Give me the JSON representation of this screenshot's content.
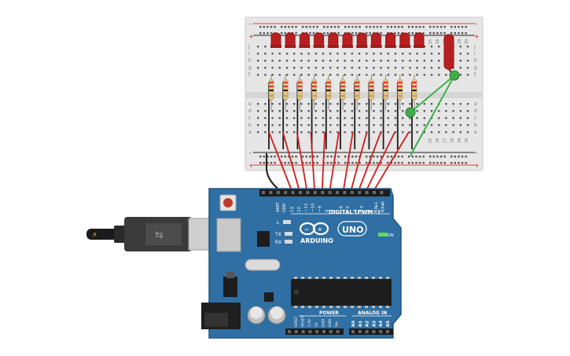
{
  "breadboard": {
    "rail_plus": "+",
    "rail_minus": "-",
    "row_letters_top": [
      "j",
      "i",
      "h",
      "g",
      "f"
    ],
    "row_letters_bottom": [
      "e",
      "d",
      "c",
      "b",
      "a"
    ],
    "column_labels": [
      "25",
      "26",
      "27",
      "28",
      "29",
      "30"
    ],
    "led_count": 11,
    "resistor_count": 11,
    "colors": {
      "board": "#e9e9e9",
      "led_red": "#b91f1f",
      "wire_red": "#d01c1c",
      "wire_green": "#3fae49",
      "wire_black": "#1c1c1c",
      "rail_red": "#e23b3b",
      "rail_blue": "#1f1f1f"
    }
  },
  "arduino": {
    "board_color": "#2f6fa3",
    "aref_label": "AREF",
    "gnd_label": "GND",
    "digital_pins": [
      "13",
      "12",
      "~11",
      "~10",
      "~9",
      "8",
      "7",
      "~6",
      "~5",
      "4",
      "~3",
      "2",
      "TX▸1",
      "RX◂0"
    ],
    "digital_label": "DIGITAL (PWM~)",
    "brand": "ARDUINO",
    "model": "UNO",
    "led_l": "L",
    "led_tx": "TX",
    "led_rx": "RX",
    "on_label": "ON",
    "power_label": "POWER",
    "power_pins": [
      "IOREF",
      "RESET",
      "3.3V",
      "5V",
      "GND",
      "GND",
      "Vin"
    ],
    "analog_label": "ANALOG IN",
    "analog_pins": [
      "A0",
      "A1",
      "A2",
      "A3",
      "A4",
      "A5"
    ]
  }
}
